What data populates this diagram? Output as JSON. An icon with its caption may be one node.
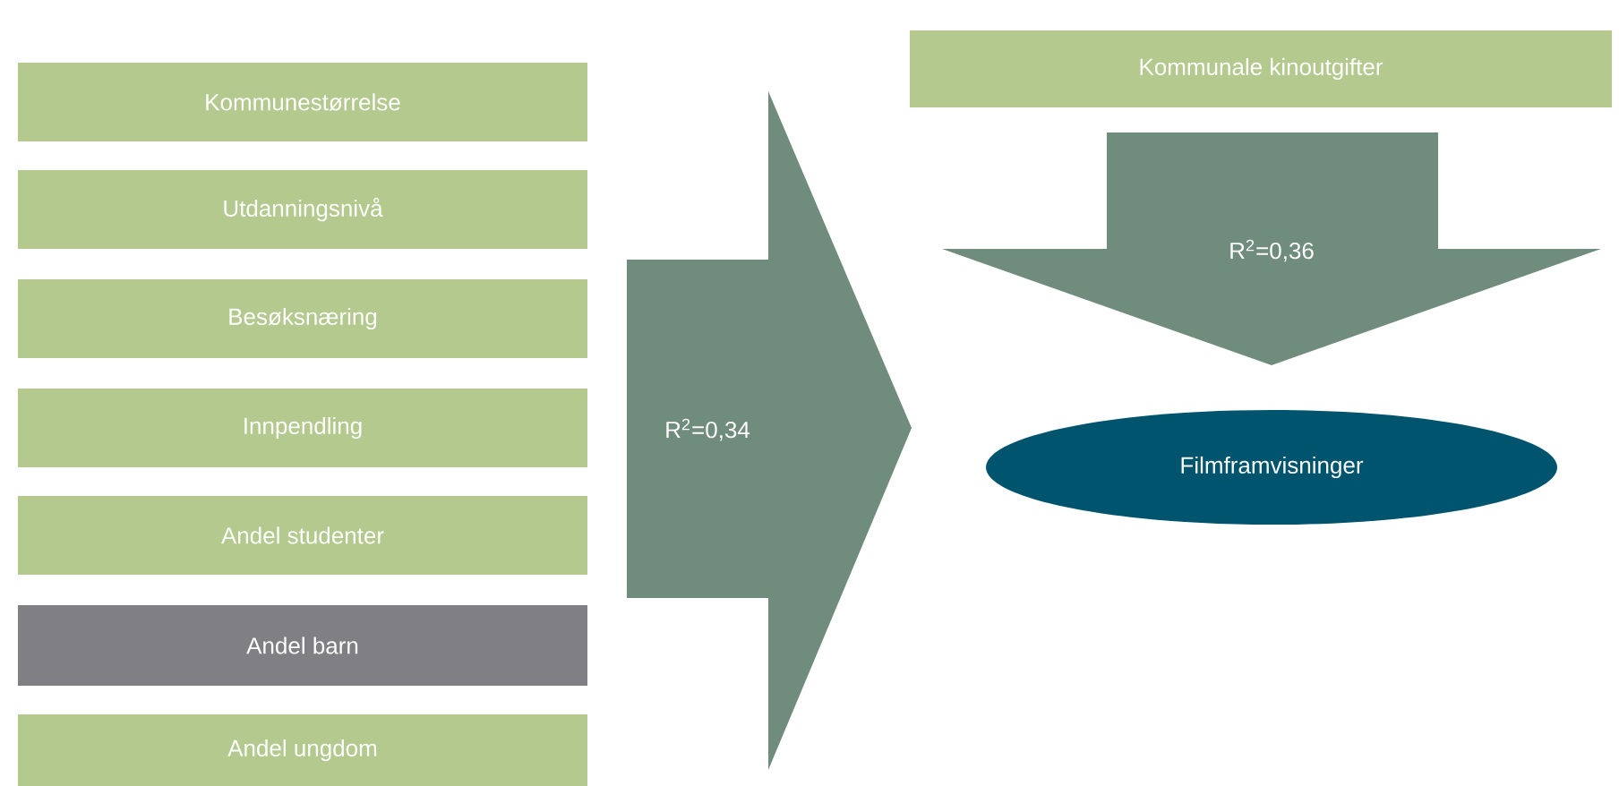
{
  "diagram": {
    "nodes": [
      {
        "text": [
          "Kommunestørrelse"
        ]
      },
      {
        "text": [
          "Utdanningsnivå"
        ]
      },
      {
        "text": [
          "Besøksnæring"
        ]
      },
      {
        "text": [
          "Innpendling"
        ]
      },
      {
        "text": [
          "Andel studenter"
        ]
      },
      {
        "text": [
          "Andel barn"
        ]
      },
      {
        "text": [
          "Andel ungdom"
        ]
      },
      {
        "text": [
          "Kommunale kinoutgifter"
        ]
      },
      {
        "text": [
          "R$^{2}$=0,34"
        ]
      },
      {
        "text": [
          "R$^{2}$=0,36"
        ]
      },
      {
        "text": [
          "Filmframvisninger"
        ]
      }
    ]
  }
}
